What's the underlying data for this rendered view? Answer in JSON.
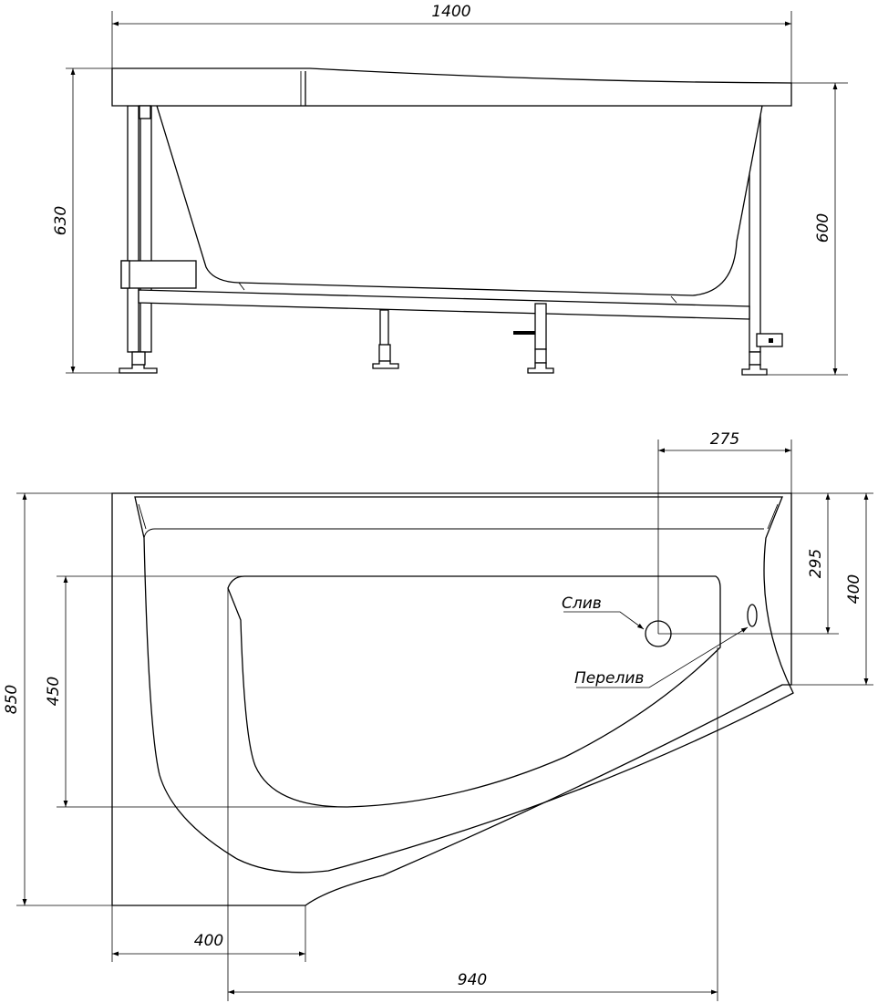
{
  "drawing": {
    "side_view": {
      "dim_length": "1400",
      "dim_height_total": "630",
      "dim_height_rim": "600"
    },
    "top_view": {
      "dim_drain_offset_x": "275",
      "dim_drain_offset_y": "295",
      "dim_narrow_side": "400",
      "dim_width": "850",
      "dim_inner_width": "450",
      "dim_bottom_left": "400",
      "dim_inner_length": "940",
      "label_drain": "Слив",
      "label_overflow": "Перелив"
    }
  }
}
